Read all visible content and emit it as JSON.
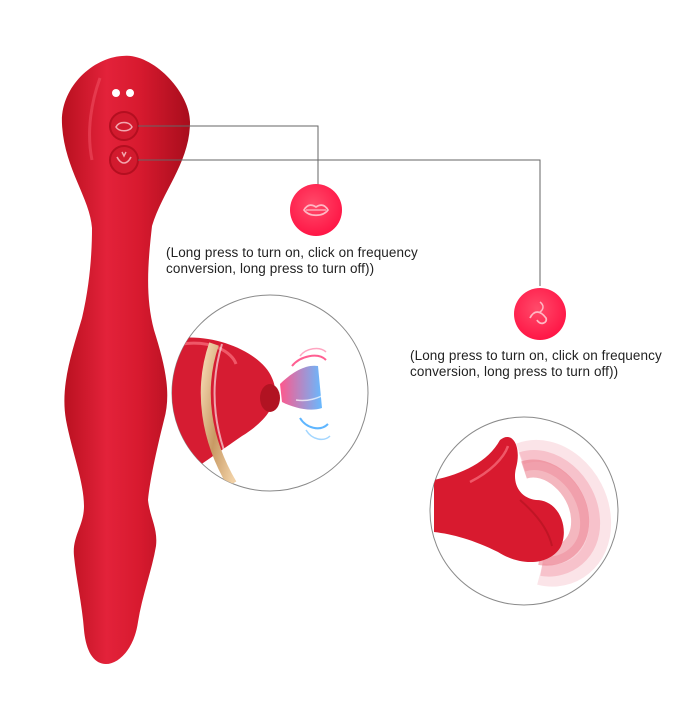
{
  "product": {
    "body_color": "#d81a2f",
    "accent_color": "#ff1f4b"
  },
  "callouts": [
    {
      "icon": "lips-icon",
      "text_line1": "(Long press to turn on, click on frequency",
      "text_line2": "conversion, long press to turn off))"
    },
    {
      "icon": "tongue-wave-icon",
      "text_line1": "(Long press to turn on, click on frequency",
      "text_line2": "conversion, long press to turn off))"
    }
  ],
  "detail_views": [
    {
      "name": "suction-detail",
      "shows": "suction-wave-icon"
    },
    {
      "name": "flapping-detail",
      "shows": "flapping-motion"
    }
  ]
}
